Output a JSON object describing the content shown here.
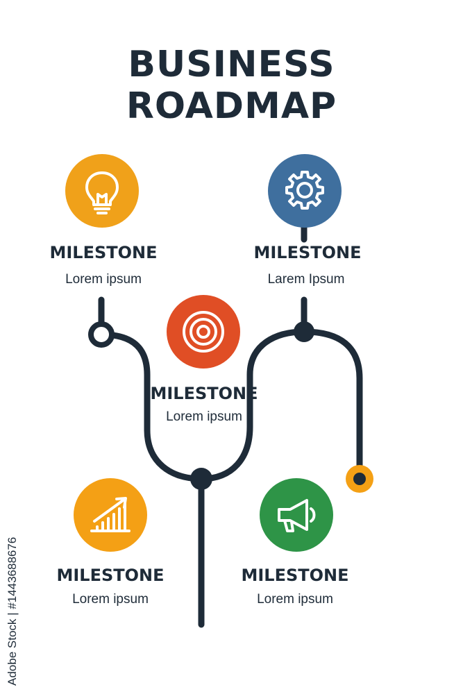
{
  "title": {
    "line1": "BUSINESS",
    "line2": "ROADMAP"
  },
  "colors": {
    "line": "#1e2b38",
    "orange": "#f0a11a",
    "blue": "#3f6f9e",
    "red": "#e04e25",
    "green": "#2e9447",
    "yellow_orange": "#f4a015"
  },
  "milestones": [
    {
      "label": "MILESTONE",
      "text": "Lorem ipsum",
      "icon": "lightbulb-icon",
      "color": "#f0a11a"
    },
    {
      "label": "MILESTONE",
      "text": "Larem Ipsum",
      "icon": "gear-icon",
      "color": "#3f6f9e"
    },
    {
      "label": "MILESTONE",
      "text": "Lorem ipsum",
      "icon": "target-icon",
      "color": "#e04e25"
    },
    {
      "label": "MILESTONE",
      "text": "Lorem ipsum",
      "icon": "growth-chart-icon",
      "color": "#f4a015"
    },
    {
      "label": "MILESTONE",
      "text": "Lorem ipsum",
      "icon": "megaphone-icon",
      "color": "#2e9447"
    }
  ],
  "watermark": "Adobe Stock | #1443688676"
}
